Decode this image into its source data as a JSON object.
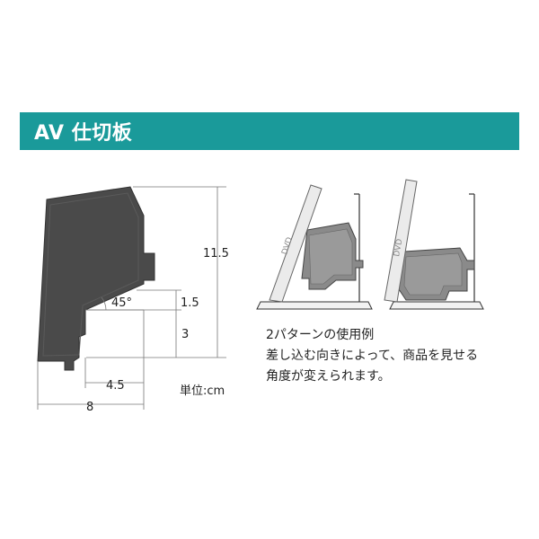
{
  "header": {
    "title": "AV 仕切板"
  },
  "dimensions": {
    "height": "11.5",
    "upper_step": "1.5",
    "lower_step": "3",
    "angle": "45°",
    "width_partial": "4.5",
    "width_total": "8",
    "unit": "単位:cm"
  },
  "usage": {
    "disc_label": "DVD",
    "pattern_title": "2パターンの使用例",
    "description_line1": "差し込む向きによって、商品を見せる",
    "description_line2": "角度が変えられます。"
  },
  "colors": {
    "header_bg": "#1a9a9a",
    "product_fill": "#4a4a4a",
    "usage_fill": "#8a8a8a",
    "disc_fill": "#ebebeb"
  }
}
